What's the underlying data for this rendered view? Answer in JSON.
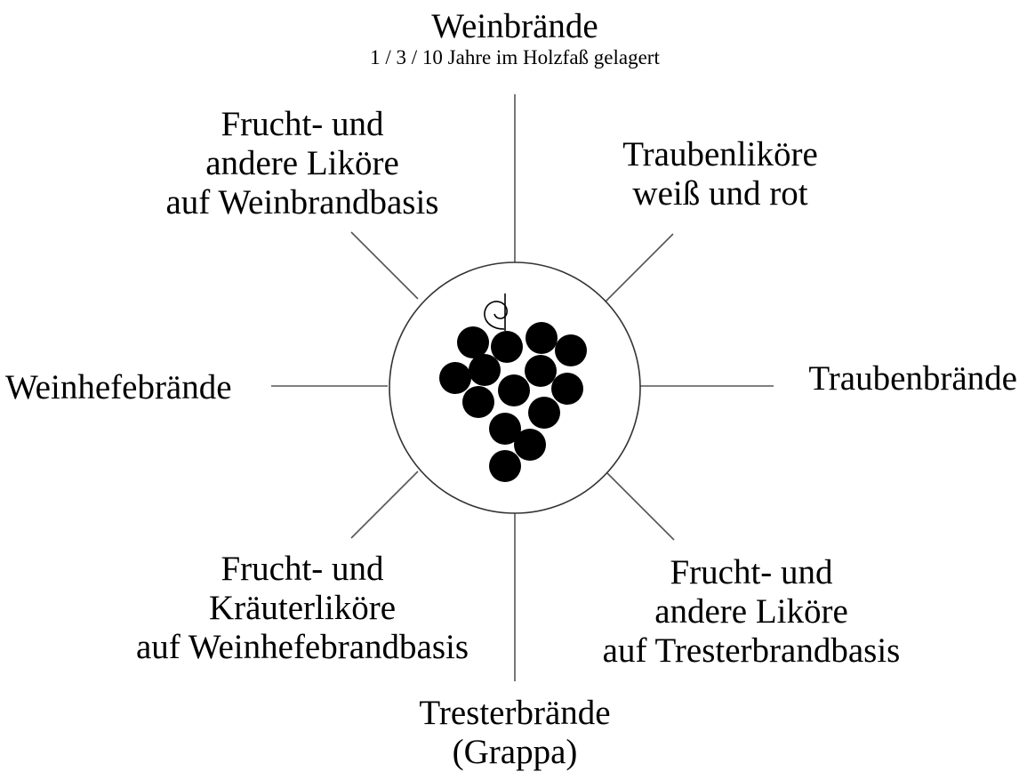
{
  "center": {
    "icon": "grape-cluster-icon"
  },
  "labels": {
    "top": {
      "title": "Weinbrände",
      "subtitle": "1 / 3 / 10 Jahre im Holzfaß gelagert"
    },
    "top_right": {
      "lines": [
        "Traubenliköre",
        "weiß und rot"
      ]
    },
    "right": {
      "lines": [
        "Traubenbrände"
      ]
    },
    "bottom_right": {
      "lines": [
        "Frucht- und",
        "andere Liköre",
        "auf Tresterbrandbasis"
      ]
    },
    "bottom": {
      "lines": [
        "Tresterbrände",
        "(Grappa)"
      ]
    },
    "bottom_left": {
      "lines": [
        "Frucht- und",
        "Kräuterliköre",
        "auf Weinhefebrandbasis"
      ]
    },
    "left": {
      "lines": [
        "Weinhefebrände"
      ]
    },
    "top_left": {
      "lines": [
        "Frucht- und",
        "andere Liköre",
        "auf Weinbrandbasis"
      ]
    }
  },
  "colors": {
    "ink": "#000000",
    "line": "#555555",
    "background": "#ffffff"
  }
}
